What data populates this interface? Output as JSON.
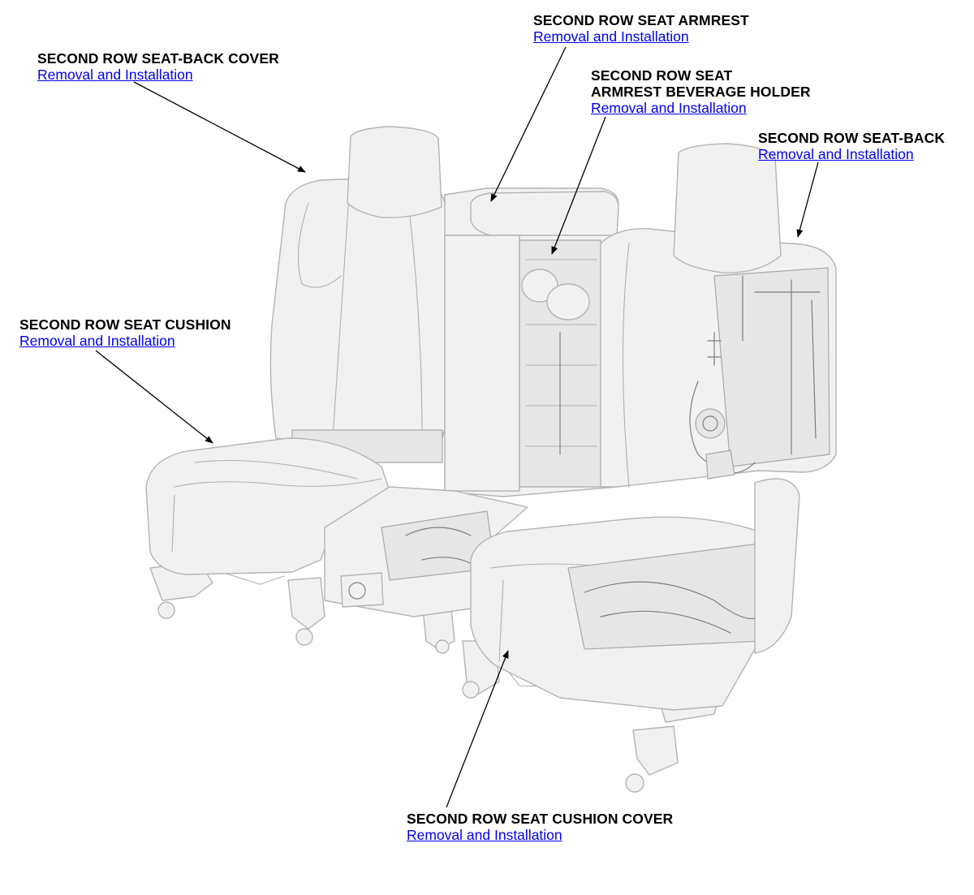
{
  "callouts": [
    {
      "id": "seat_back_cover",
      "title": "SECOND ROW SEAT-BACK COVER",
      "link": "Removal and Installation"
    },
    {
      "id": "seat_armrest",
      "title": "SECOND ROW SEAT ARMREST",
      "link": "Removal and Installation"
    },
    {
      "id": "armrest_beverage_holder",
      "title_line1": "SECOND ROW SEAT",
      "title_line2": "ARMREST BEVERAGE HOLDER",
      "link": "Removal and Installation"
    },
    {
      "id": "seat_back",
      "title": "SECOND ROW SEAT-BACK",
      "link": "Removal and Installation"
    },
    {
      "id": "seat_cushion",
      "title": "SECOND ROW SEAT CUSHION",
      "link": "Removal and Installation"
    },
    {
      "id": "seat_cushion_cover",
      "title": "SECOND ROW SEAT CUSHION COVER",
      "link": "Removal and Installation"
    }
  ],
  "colors": {
    "link": "#0000ee",
    "label": "#000000",
    "part_fill": "#f1f1f1",
    "part_outline": "#b4b4b4"
  }
}
